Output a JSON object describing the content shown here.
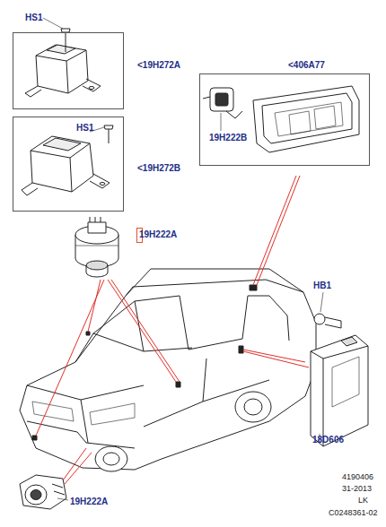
{
  "diagram": {
    "nodes": [
      {
        "text": [
          "HS1",
          "<19H272A"
        ]
      },
      {
        "text": [
          "HS1",
          "<19H272B"
        ]
      },
      {
        "text": [
          "<406A77",
          "19H222B"
        ]
      },
      {
        "text": [
          "19H222A"
        ]
      }
    ],
    "edges": [],
    "labels": [
      "HB1",
      "18D606",
      "19H222A",
      "4190406",
      "31-2013",
      "LK",
      "C0248361-02"
    ]
  }
}
